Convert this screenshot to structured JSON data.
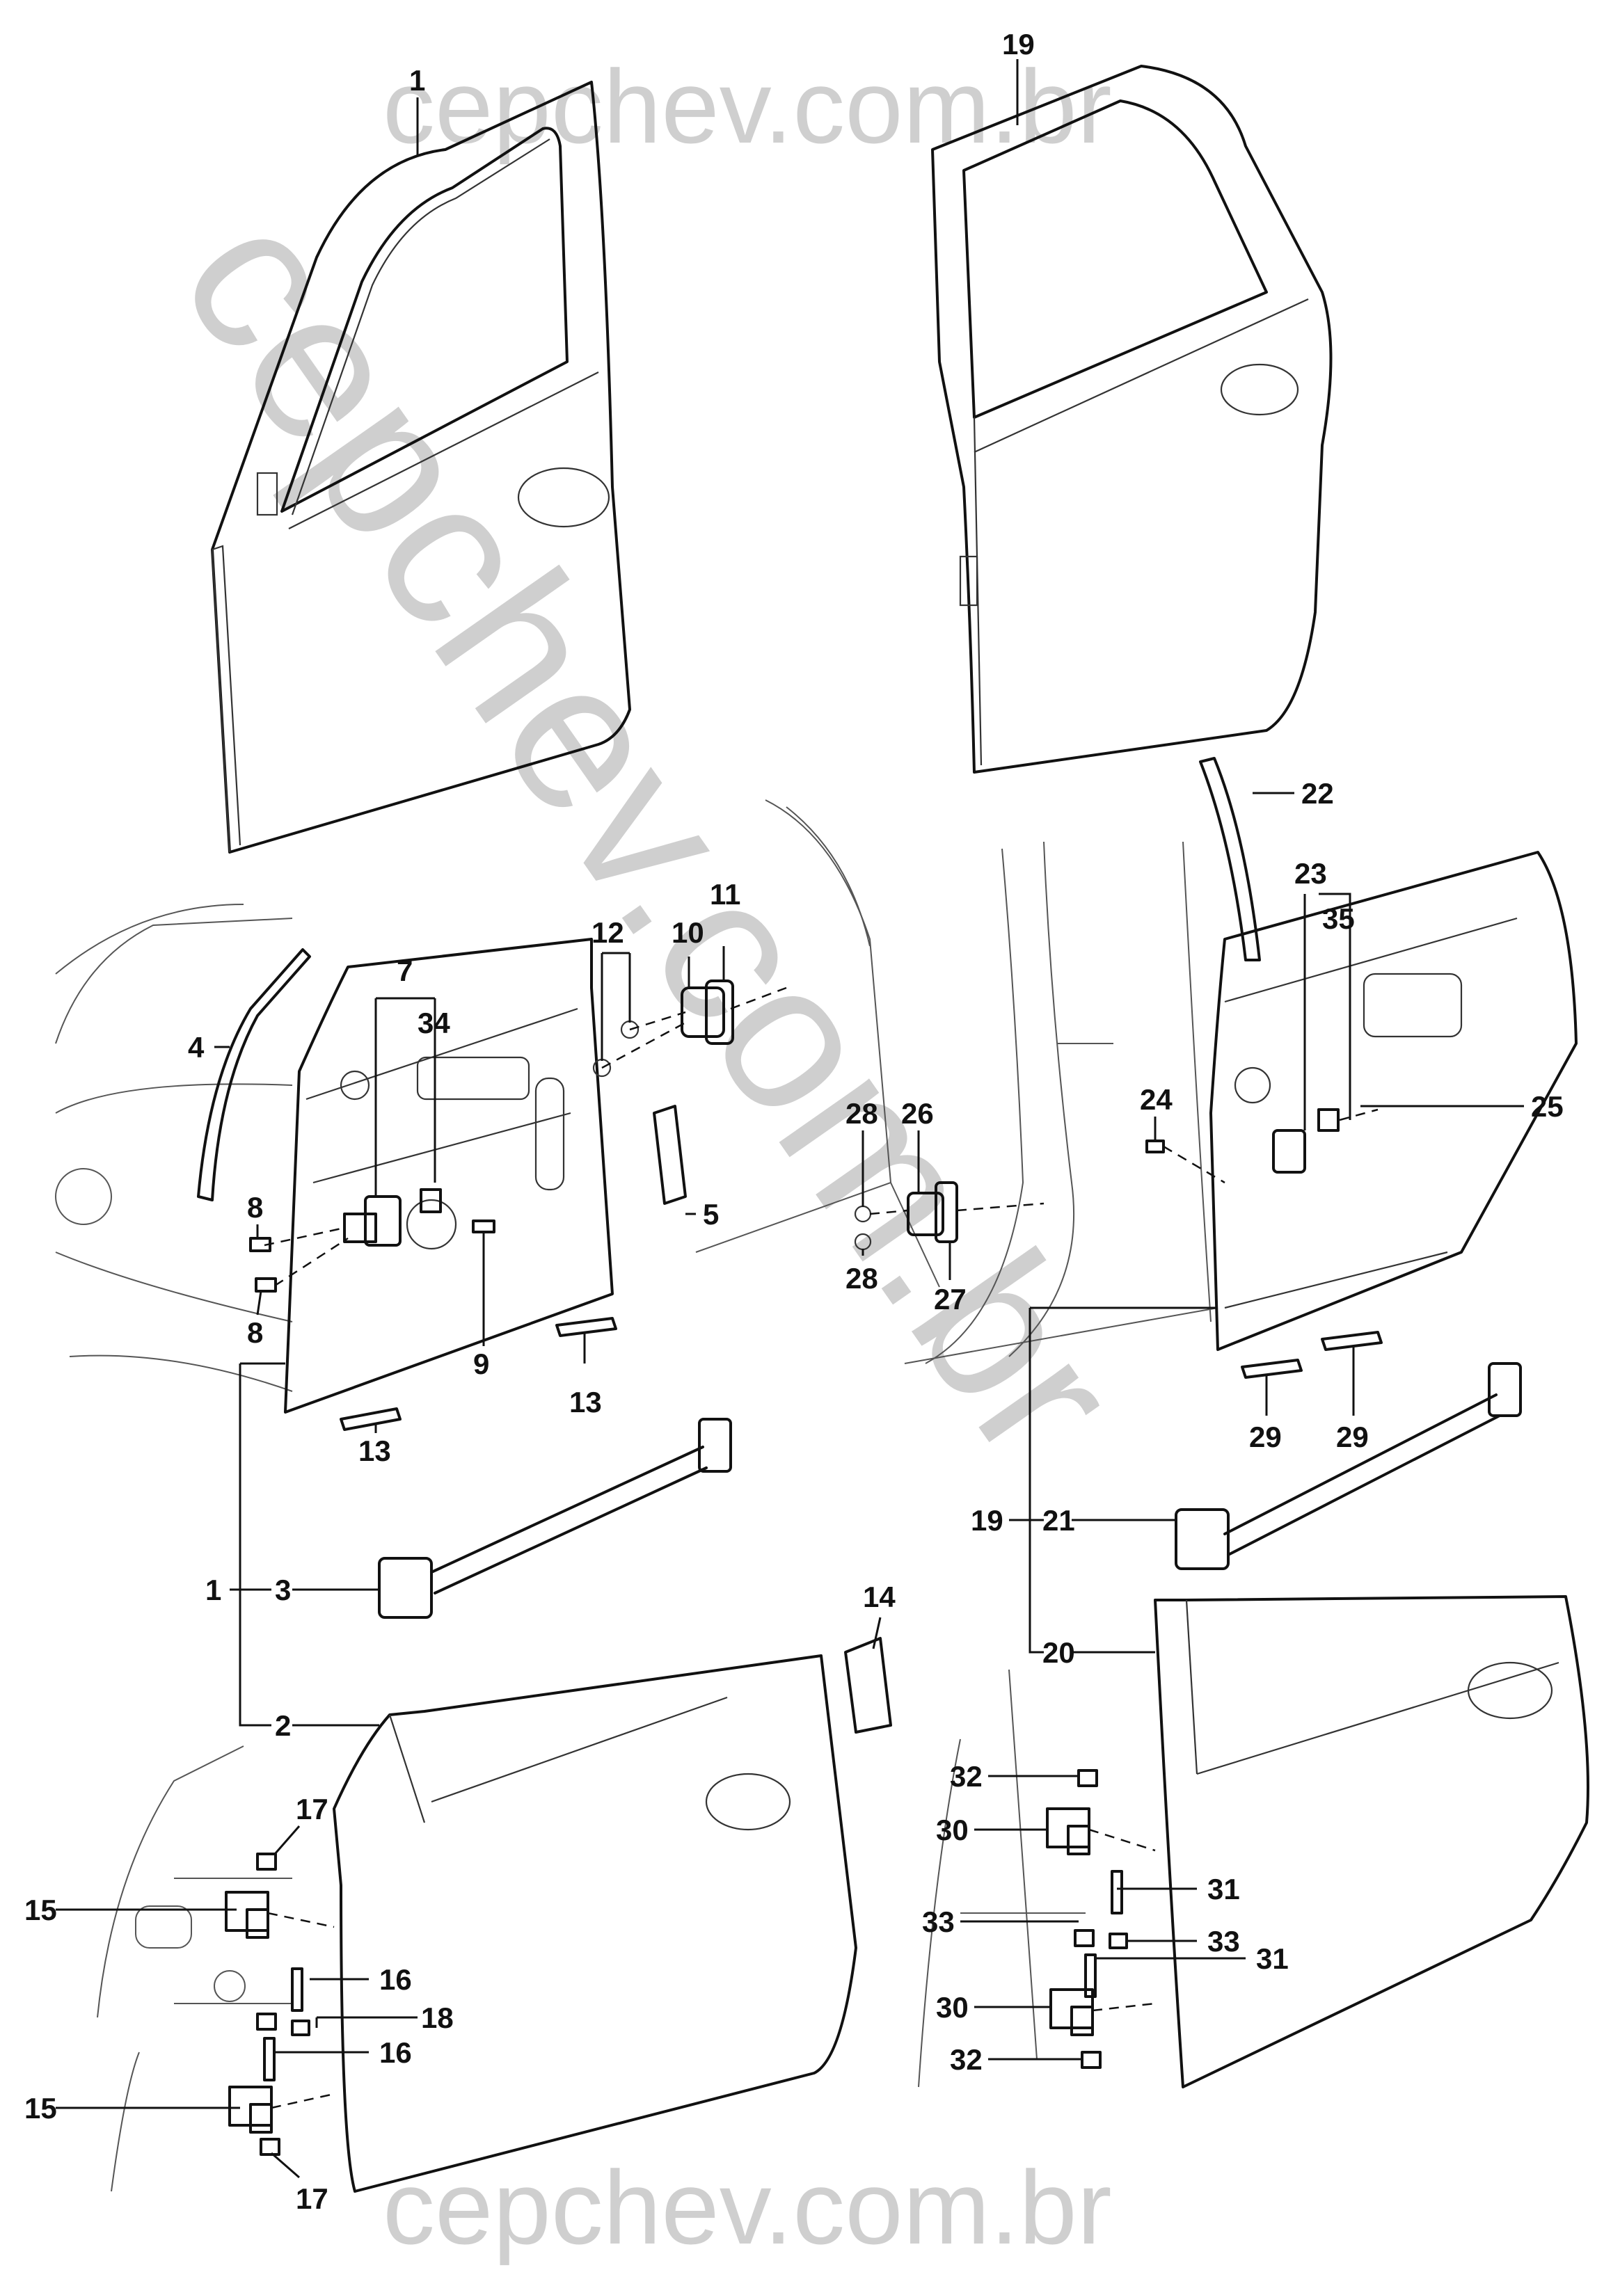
{
  "watermark": {
    "text": "cepchev.com.br"
  },
  "callouts": {
    "c1": "1",
    "c19": "19",
    "c22": "22",
    "c23": "23",
    "c35": "35",
    "c24": "24",
    "c25": "25",
    "c26": "26",
    "c28a": "28",
    "c28b": "28",
    "c27": "27",
    "c29a": "29",
    "c29b": "29",
    "c4": "4",
    "c7": "7",
    "c34": "34",
    "c12": "12",
    "c10": "10",
    "c11": "11",
    "c8a": "8",
    "c8b": "8",
    "c5": "5",
    "c9": "9",
    "c13a": "13",
    "c13b": "13",
    "c1b": "1",
    "c3": "3",
    "c2": "2",
    "c14": "14",
    "c17a": "17",
    "c15a": "15",
    "c16a": "16",
    "c18": "18",
    "c16b": "16",
    "c15b": "15",
    "c17b": "17",
    "c19b": "19",
    "c21": "21",
    "c20": "20",
    "c32a": "32",
    "c30a": "30",
    "c31a": "31",
    "c33a": "33",
    "c33b": "33",
    "c31b": "31",
    "c30b": "30",
    "c32b": "32"
  }
}
